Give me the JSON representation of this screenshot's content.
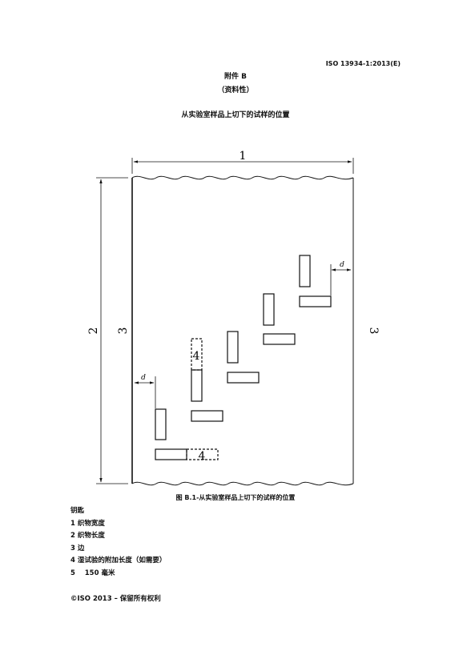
{
  "header": {
    "standard_ref": "ISO 13934-1:2013(E)",
    "annex": "附件 B",
    "informative": "（资料性）",
    "title": "从实验室样品上切下的试样的位置"
  },
  "figure": {
    "label_width": "1",
    "label_length": "2",
    "label_edge_left": "3",
    "label_edge_right": "3",
    "label_extra_1": "4",
    "label_extra_2": "4",
    "label_d_1": "d",
    "label_d_2": "d",
    "caption": "图 B.1-从实验室样品上切下的试样的位置"
  },
  "key": {
    "heading": "钥匙",
    "items": [
      "1 织物宽度",
      "2 织物长度",
      "3 边",
      "4 湿试验的附加长度（如需要）",
      "5    150 毫米"
    ]
  },
  "footer": {
    "copyright": "©ISO 2013 – 保留所有权利"
  }
}
